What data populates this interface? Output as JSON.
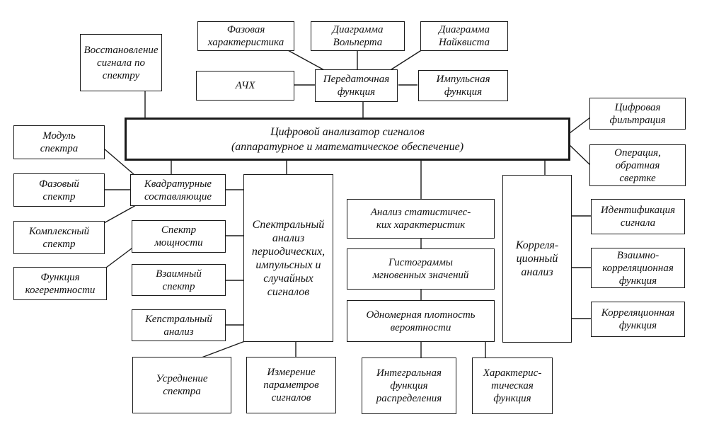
{
  "diagram": {
    "central": "Цифровой анализатор сигналов\n(аппаратурное и математическое обеспечение)",
    "boxes": {
      "phase_char": "Фазовая\nхарактеристика",
      "volpert": "Диаграмма\nВольперта",
      "nyquist": "Диаграмма\nНайквиста",
      "restore": "Восстановление\nсигнала по\nспектру",
      "achh": "АЧХ",
      "transfer": "Передаточная\nфункция",
      "impulse_fn": "Импульсная\nфункция",
      "digital_filter": "Цифровая\nфильтрация",
      "deconvolution": "Операция,\nобратная\nсвертке",
      "module": "Модуль\nспектра",
      "phase_spec": "Фазовый\nспектр",
      "complex_spec": "Комплексный\nспектр",
      "coherence": "Функция\nкогерентности",
      "quadrature": "Квадратурные\nсоставляющие",
      "power_spec": "Спектр\nмощности",
      "cross_spec": "Взаимный\nспектр",
      "cepstral": "Кепстральный\nанализ",
      "spectral": "Спектральный\nанализ\nпериодических,\nимпульсных и\nслучайных\nсигналов",
      "averaging": "Усреднение\nспектра",
      "measure": "Измерение\nпараметров\nсигналов",
      "stat": "Анализ статистичес-\nких характеристик",
      "histogram": "Гистограммы\nмгновенных значений",
      "pdf": "Одномерная плотность\nвероятности",
      "cdf": "Интегральная\nфункция\nраспределения",
      "charfn": "Характерис-\nтическая\nфункция",
      "correlation": "Корреля-\nционный\nанализ",
      "identification": "Идентификация\nсигнала",
      "crosscorr": "Взаимно-\nкорреляционная\nфункция",
      "corrfn": "Корреляционная\nфункция"
    }
  }
}
